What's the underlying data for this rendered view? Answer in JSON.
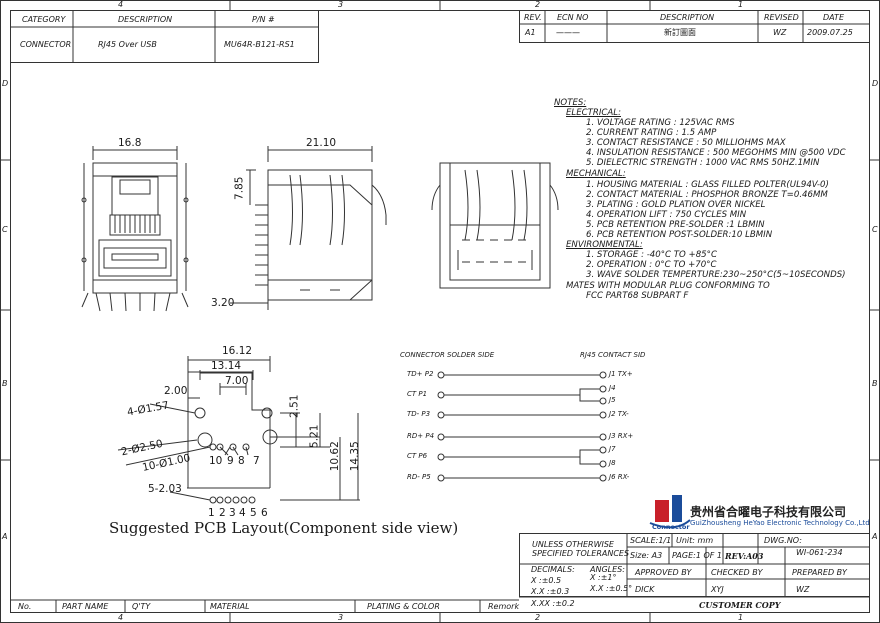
{
  "border": {
    "zones_top": [
      "4",
      "3",
      "2",
      "1"
    ],
    "zones_bottom": [
      "4",
      "3",
      "2",
      "1"
    ],
    "zones_left": [
      "D",
      "C",
      "B",
      "A"
    ],
    "zones_right": [
      "D",
      "C",
      "B",
      "A"
    ]
  },
  "header_left": {
    "col_category": "CATEGORY",
    "col_description": "DESCRIPTION",
    "col_pn": "P/N #",
    "category": "CONNECTOR",
    "description": "RJ45 Over USB",
    "pn": "MU64R-B121-RS1"
  },
  "revision": {
    "col_rev": "REV.",
    "col_ecn": "ECN NO",
    "col_desc": "DESCRIPTION",
    "col_revised": "REVISED",
    "col_date": "DATE",
    "rev": "A1",
    "ecn": "———",
    "desc": "新訂圖面",
    "revised": "WZ",
    "date": "2009.07.25"
  },
  "notes": {
    "title": "NOTES:",
    "electrical_h": "ELECTRICAL:",
    "electrical": [
      "1.  VOLTAGE RATING               : 125VAC RMS",
      "2.  CURRENT RATING               : 1.5 AMP",
      "3.  CONTACT RESISTANCE       : 50 MILLIOHMS MAX",
      "4.  INSULATION  RESISTANCE  : 500 MEGOHMS MIN @500 VDC",
      "5.  DIELECTRIC STRENGTH       : 1000 VAC RMS 50HZ.1MIN"
    ],
    "mechanical_h": "MECHANICAL:",
    "mechanical": [
      "1.  HOUSING MATERIAL                : GLASS FILLED POLTER(UL94V-0)",
      "2.  CONTACT MATERIAL                : PHOSPHOR BRONZE T=0.46MM",
      "3.  PLATING                                : GOLD PLATION OVER NICKEL",
      "4.  OPERATION LIFT                     : 750 CYCLES MIN",
      "5.  PCB RETENTION PRE-SOLDER :1  LBMIN",
      "6.  PCB RETENTION POST-SOLDER:10 LBMIN"
    ],
    "environmental_h": "ENVIRONMENTAL:",
    "environmental": [
      "1.  STORAGE                  :  -40°C    TO    +85°C",
      "2.  OPERATION              :  0°C       TO    +70°C",
      "3.  WAVE SOLDER TEMPERTURE:230~250°C(5~10SECONDS)"
    ],
    "footer": [
      "MATES WITH MODULAR PLUG CONFORMING TO",
      "FCC PART68 SUBPART F"
    ]
  },
  "dims": {
    "front_width": "16.8",
    "side_depth": "21.10",
    "side_height": "7.85",
    "side_offset": "3.20",
    "pcb_w1": "16.12",
    "pcb_w2": "13.14",
    "pcb_w3": "7.00",
    "pcb_w4": "2.00",
    "pcb_v1": "2.51",
    "pcb_v2": "5.21",
    "pcb_v3": "10.62",
    "pcb_v4": "14.35",
    "hole1": "4-Ø1.57",
    "hole2": "2-Ø2.50",
    "hole3": "10-Ø1.00",
    "hole4": "5-2.03"
  },
  "pcb_pins_top": [
    "10",
    "9",
    "8",
    "7"
  ],
  "pcb_pins_bottom": [
    "1",
    "2",
    "3",
    "4",
    "5",
    "6"
  ],
  "pcb_caption": "Suggested PCB Layout(Component side view)",
  "schematic": {
    "left_title": "CONNECTOR SOLDER SIDE",
    "right_title": "RJ45 CONTACT SID",
    "left_labels": [
      "TD+ P2",
      "CT  P1",
      "TD- P3",
      "RD+ P4",
      "CT  P6",
      "RD- P5"
    ],
    "right_labels": [
      "J1 TX+",
      "J4",
      "J5",
      "J2 TX-",
      "J3 RX+",
      "J7",
      "J8",
      "J6 RX-"
    ]
  },
  "company": {
    "name_cn": "贵州省合曜电子科技有限公司",
    "name_en": "GuiZhousheng HeYao Electronic Technology Co.,Ltd",
    "logo_text": "Connector"
  },
  "title_block": {
    "unless": "UNLESS OTHERWISE",
    "specified": "SPECIFIED TOLERANCES",
    "decimals": "DECIMALS:",
    "angles": "ANGLES:",
    "tol_x": "X      :±0.5",
    "tol_xx": "X.X    :±0.3",
    "tol_xxx": "X.XX  :±0.2",
    "ang_x": "X    :±1°",
    "ang_xx": "X.X :±0.5°",
    "scale": "SCALE:1/1",
    "unit": "Unit: mm",
    "dwg_no_label": "DWG.NO:",
    "size": "Size: A3",
    "page": "PAGE:1  OF  1",
    "rev": "REV:A03",
    "dwg_no": "WI-061-234",
    "approved_by": "APPROVED BY",
    "checked_by": "CHECKED BY",
    "prepared_by": "PREPARED BY",
    "approved": "DICK",
    "checked": "XYJ",
    "prepared": "WZ",
    "customer_copy": "CUSTOMER COPY"
  },
  "bottom_row": {
    "no": "No.",
    "part_name": "PART NAME",
    "qty": "Q'TY",
    "material": "MATERIAL",
    "plating": "PLATING  &  COLOR",
    "remark": "Remork"
  }
}
